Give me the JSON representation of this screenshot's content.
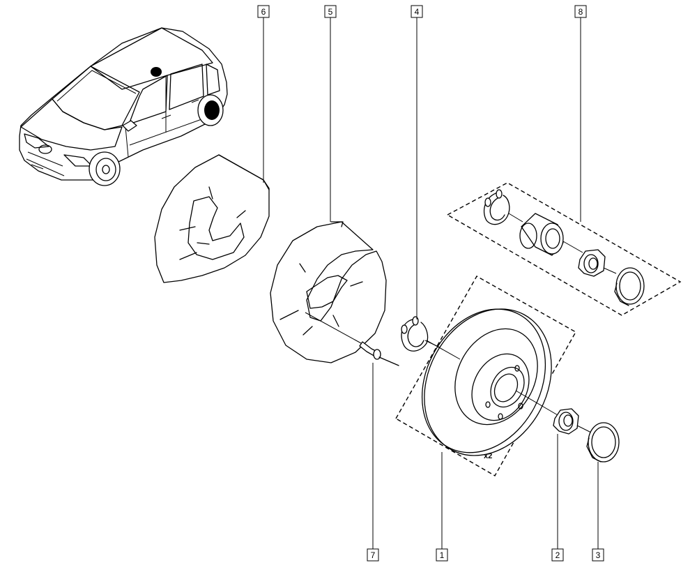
{
  "callouts": [
    {
      "id": "c6",
      "label": "6"
    },
    {
      "id": "c5",
      "label": "5"
    },
    {
      "id": "c4",
      "label": "4"
    },
    {
      "id": "c8",
      "label": "8"
    },
    {
      "id": "c7",
      "label": "7"
    },
    {
      "id": "c1",
      "label": "1"
    },
    {
      "id": "c2",
      "label": "2"
    },
    {
      "id": "c3",
      "label": "3"
    }
  ],
  "disc_quantity_note": "x2"
}
